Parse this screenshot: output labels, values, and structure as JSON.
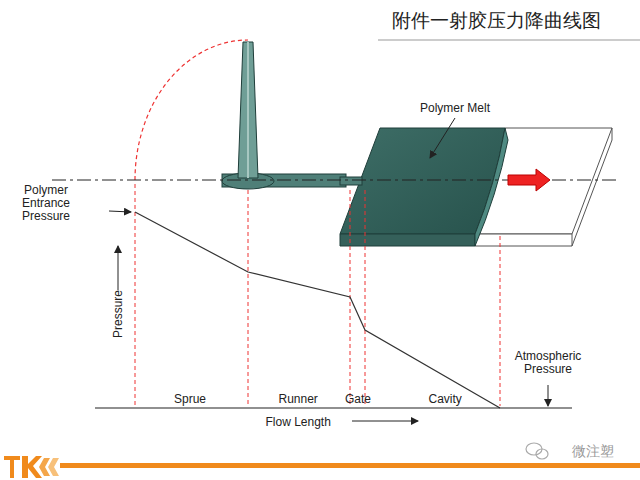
{
  "diagram": {
    "title": "附件一射胶压力降曲线图",
    "labels": [
      "Polymer Melt",
      "Polymer Entrance Pressure",
      "Pressure",
      "Sprue",
      "Runner",
      "Gate",
      "Cavity",
      "Atmospheric Pressure",
      "Flow Length",
      "微注塑"
    ]
  }
}
